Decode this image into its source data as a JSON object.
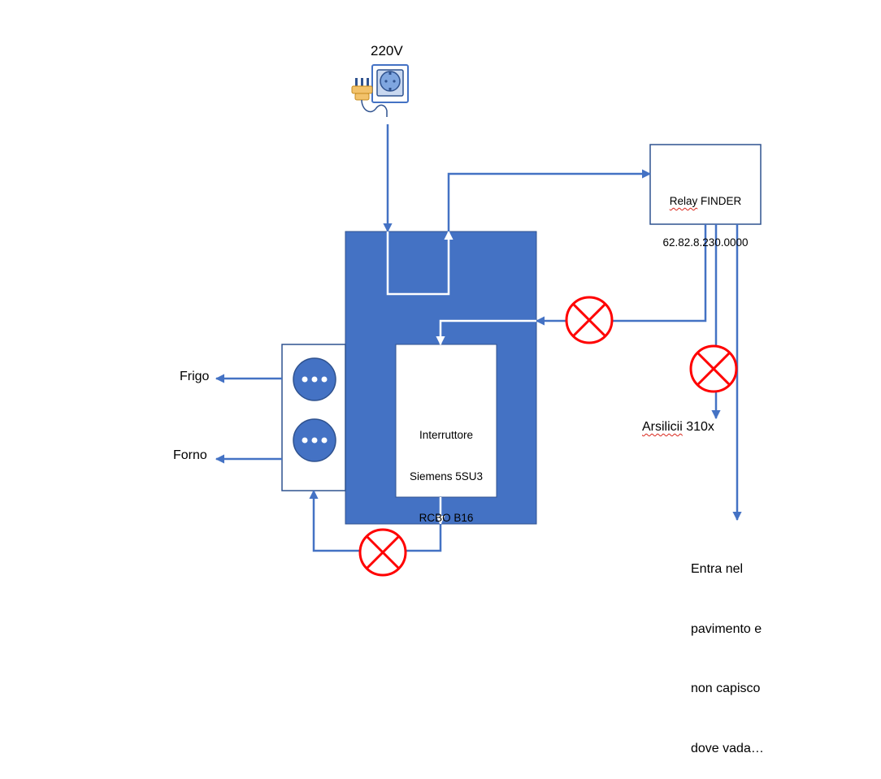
{
  "power_source": {
    "label": "220V"
  },
  "relay": {
    "line1": "Relay",
    "line1_rest": " FINDER",
    "line2": "62.82.8.230.0000"
  },
  "breaker": {
    "line1": "Interruttore",
    "line2": "Siemens 5SU3",
    "line3": "RCBO B16"
  },
  "outputs": {
    "frigo": "Frigo",
    "forno": "Forno"
  },
  "arsilicii": {
    "word": "Arsilicii",
    "rest": " 310x"
  },
  "floor_note": {
    "lines": [
      "Entra nel",
      "pavimento e",
      "non capisco",
      "dove vada…"
    ]
  },
  "colors": {
    "wire": "#4472c4",
    "panel": "#4472c4",
    "box_border": "#2f528f",
    "cross": "#ff0000",
    "white": "#ffffff"
  }
}
